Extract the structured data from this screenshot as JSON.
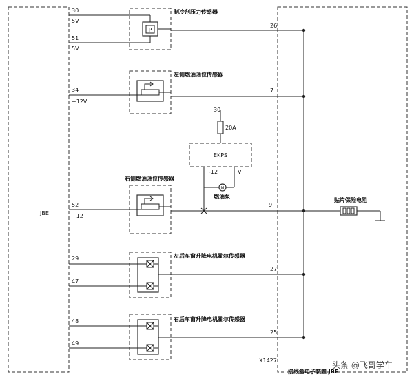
{
  "jbe": {
    "label": "JBE",
    "pins": [
      {
        "num": "30",
        "sub": "5V"
      },
      {
        "num": "51",
        "sub": "5V"
      },
      {
        "num": "34",
        "sub": "+12V"
      },
      {
        "num": "52",
        "sub": "+12"
      },
      {
        "num": "29",
        "sub": ""
      },
      {
        "num": "47",
        "sub": ""
      },
      {
        "num": "48",
        "sub": ""
      },
      {
        "num": "49",
        "sub": ""
      }
    ]
  },
  "sensors": {
    "refrigerant": "制冷剂压力传感器",
    "left_fuel": "左侧燃油油位传感器",
    "right_fuel": "右侧燃油油位传感器",
    "left_rear_window": "左后车窗升降电机霍尔传感器",
    "right_rear_window": "右后车窗升降电机霍尔传感器",
    "refrigerant_symbol": "P"
  },
  "ekps": {
    "label": "EKPS",
    "supply_pin": "30",
    "fuse": "20A",
    "pin_neg": "-12",
    "pin_v": "V",
    "pump": "燃油泵"
  },
  "junction": {
    "pins": [
      "26",
      "7",
      "9",
      "27",
      "25"
    ],
    "chip_fuse": "贴片保险电阻",
    "connector": "X1427",
    "title": "接线盒电子装置 JBE"
  },
  "watermark": "头条 @飞哥学车"
}
